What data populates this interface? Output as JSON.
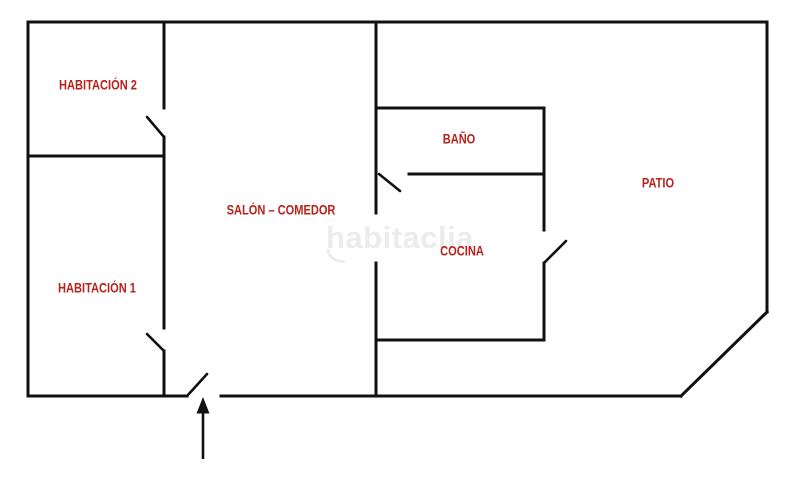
{
  "plan": {
    "watermark": "habitaclia",
    "rooms": {
      "habitacion_2": "HABITACIÓN 2",
      "habitacion_1": "HABITACIÓN 1",
      "salon_comedor": "SALÓN – COMEDOR",
      "bano": "BAÑO",
      "cocina": "COCINA",
      "patio": "PATIO"
    },
    "colors": {
      "room_label": "#b9221b",
      "walls": "#111111",
      "watermark": "#ececec",
      "background": "#ffffff"
    }
  }
}
